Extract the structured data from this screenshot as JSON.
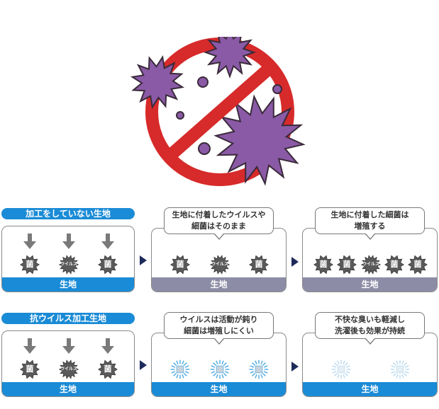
{
  "rows": [
    {
      "label": "加工をしていない生地",
      "panels": [
        {
          "bubble": null,
          "ground": "生地",
          "ground_color": "#1a8bd6",
          "items": [
            {
              "type": "germ",
              "text": "菌"
            },
            {
              "type": "virus",
              "text": "ウイルス"
            },
            {
              "type": "germ",
              "text": "菌"
            }
          ],
          "arrows": true
        },
        {
          "bubble": [
            "生地に付着したウイルスや",
            "細菌はそのまま"
          ],
          "ground": "生地",
          "ground_color": "#8c8ca6",
          "items": [
            {
              "type": "germ",
              "text": "菌"
            },
            {
              "type": "virus",
              "text": "ウイルス"
            },
            {
              "type": "germ",
              "text": "菌"
            }
          ]
        },
        {
          "bubble": [
            "生地に付着した細菌は",
            "増殖する"
          ],
          "ground": "生地",
          "ground_color": "#8c8ca6",
          "items": [
            {
              "type": "germ",
              "text": "菌"
            },
            {
              "type": "germ",
              "text": "菌"
            },
            {
              "type": "virus",
              "text": "ウイルス"
            },
            {
              "type": "germ",
              "text": "菌"
            },
            {
              "type": "germ",
              "text": "菌"
            }
          ]
        }
      ]
    },
    {
      "label": "抗ウイルス加工生地",
      "panels": [
        {
          "bubble": null,
          "ground": "生地",
          "ground_color": "#1a8bd6",
          "items": [
            {
              "type": "germ",
              "text": "菌"
            },
            {
              "type": "virus",
              "text": "ウイルス"
            },
            {
              "type": "germ",
              "text": "菌"
            }
          ],
          "arrows": true
        },
        {
          "bubble": [
            "ウイルスは活動が鈍り",
            "細菌は増殖しにくい"
          ],
          "ground": "生地",
          "ground_color": "#1a8bd6",
          "items": [
            {
              "type": "weak-germ"
            },
            {
              "type": "weak-virus"
            },
            {
              "type": "weak-germ"
            }
          ]
        },
        {
          "bubble": [
            "不快な臭いも軽減し",
            "洗濯後も効果が持続"
          ],
          "ground": "生地",
          "ground_color": "#1a8bd6",
          "items": [
            {
              "type": "faded-germ"
            },
            {
              "type": "faded-virus"
            }
          ]
        }
      ]
    }
  ],
  "colors": {
    "brand_blue": "#1a8bd6",
    "gray_ground": "#8c8ca6",
    "virus_purple": "#8a5aa6",
    "germ_gray": "#5a5a5a",
    "prohibit_red": "#d72a2a",
    "nav_arrow": "#1e2a5a",
    "weak_blue": "#4aa8e0"
  },
  "icons": {
    "hero": "prohibited-virus-icon",
    "down_arrow": "down-arrow-icon",
    "next": "triangle-right-icon"
  }
}
